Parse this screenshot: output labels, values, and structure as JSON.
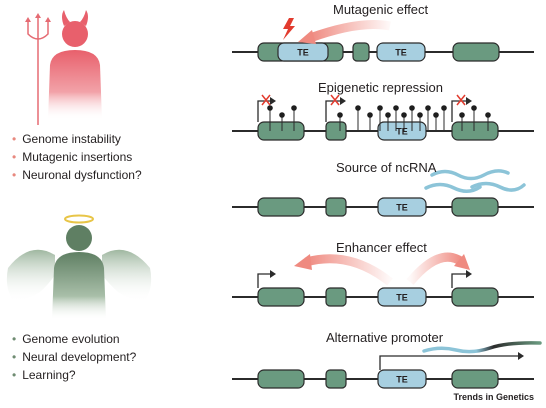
{
  "bad_side": {
    "items": [
      "Genome instability",
      "Mutagenic insertions",
      "Neuronal dysfunction?"
    ],
    "bullet": "•"
  },
  "good_side": {
    "items": [
      "Genome evolution",
      "Neural development?",
      "Learning?"
    ],
    "bullet": "•"
  },
  "panels": {
    "p1_title": "Mutagenic effect",
    "p2_title": "Epigenetic repression",
    "p3_title": "Source of ncRNA",
    "p4_title": "Enhancer effect",
    "p5_title": "Alternative promoter"
  },
  "te_label": "TE",
  "footer": "Trends in Genetics",
  "colors": {
    "exon": "#6a9a80",
    "te": "#a7cfe0",
    "devil": "#e56b73",
    "angel": "#6f8c72",
    "arrow": "#ef8a80",
    "rna": "#8cc4d8"
  }
}
